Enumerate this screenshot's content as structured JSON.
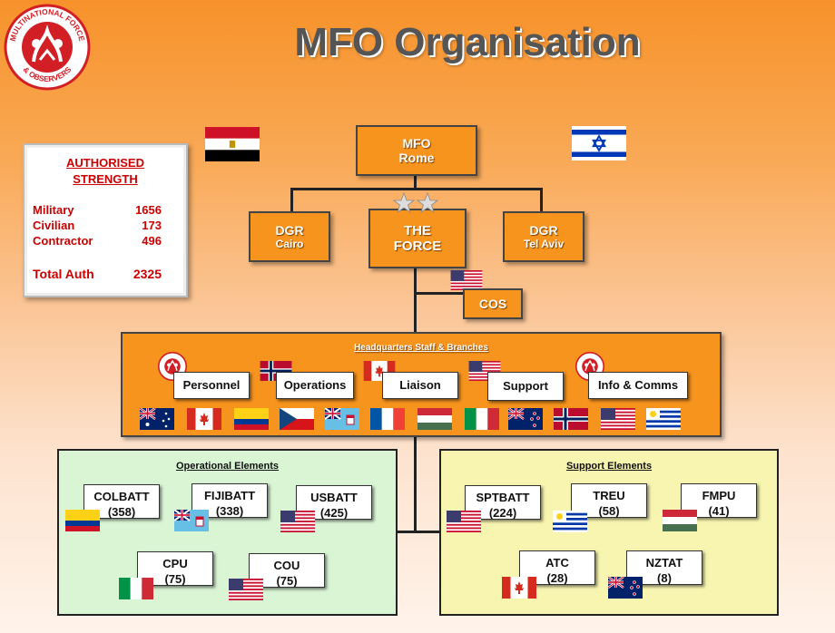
{
  "title": "MFO Organisation",
  "logo": {
    "text_top": "MULTINATIONAL FORCE",
    "text_bottom": "& OBSERVERS"
  },
  "strength": {
    "heading_1": "AUTHORISED",
    "heading_2": "STRENGTH",
    "rows": [
      {
        "label": "Military",
        "value": "1656"
      },
      {
        "label": "Civilian",
        "value": "173"
      },
      {
        "label": "Contractor",
        "value": "496"
      }
    ],
    "total": {
      "label": "Total Auth",
      "value": "2325"
    }
  },
  "mfo": {
    "line1": "MFO",
    "line2": "Rome"
  },
  "dgr_cairo": {
    "line1": "DGR",
    "line2": "Cairo"
  },
  "force": {
    "line1": "THE",
    "line2": "FORCE"
  },
  "dgr_telaviv": {
    "line1": "DGR",
    "line2": "Tel Aviv"
  },
  "cos": "COS",
  "hq": {
    "title": "Headquarters Staff & Branches",
    "branches": [
      "Personnel",
      "Operations",
      "Liaison",
      "Support",
      "Info & Comms"
    ]
  },
  "operational": {
    "title": "Operational Elements",
    "units": [
      {
        "name": "COLBATT",
        "count": "(358)"
      },
      {
        "name": "FIJIBATT",
        "count": "(338)"
      },
      {
        "name": "USBATT",
        "count": "(425)"
      },
      {
        "name": "CPU",
        "count": "(75)"
      },
      {
        "name": "COU",
        "count": "(75)"
      }
    ]
  },
  "support": {
    "title": "Support Elements",
    "units": [
      {
        "name": "SPTBATT",
        "count": "(224)"
      },
      {
        "name": "TREU",
        "count": "(58)"
      },
      {
        "name": "FMPU",
        "count": "(41)"
      },
      {
        "name": "ATC",
        "count": "(28)"
      },
      {
        "name": "NZTAT",
        "count": "(8)"
      }
    ]
  },
  "colors": {
    "orange": "#f7941d",
    "op_panel": "#d9f5d4",
    "sp_panel": "#f7f5b0",
    "strength_text": "#cc0000"
  }
}
